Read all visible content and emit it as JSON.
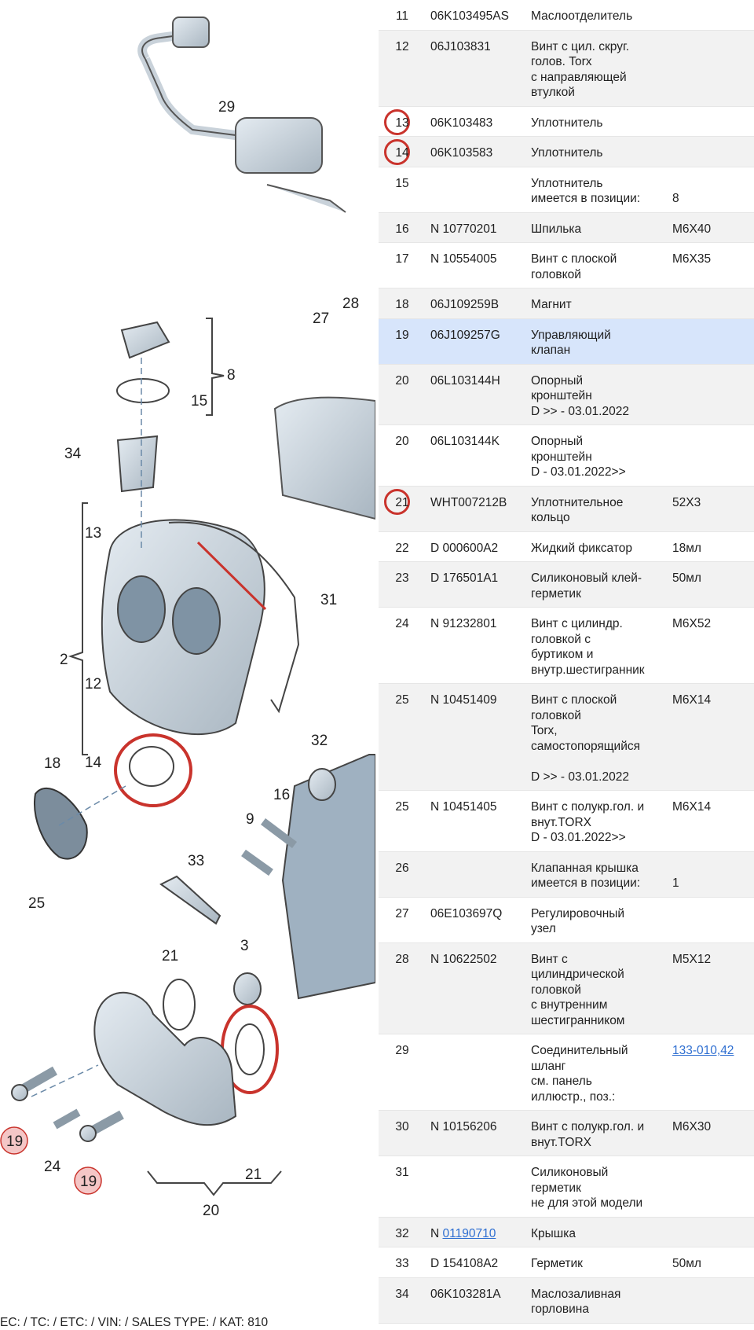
{
  "diagram": {
    "callouts": [
      "29",
      "28",
      "27",
      "8",
      "15",
      "34",
      "13",
      "31",
      "2",
      "12",
      "32",
      "18",
      "14",
      "16",
      "9",
      "25",
      "33",
      "21",
      "3",
      "19",
      "24",
      "19",
      "21",
      "20"
    ]
  },
  "table": {
    "rows": [
      {
        "pos": "11",
        "number": "06K103495AS",
        "desc": "Маслоотделитель",
        "qty": ""
      },
      {
        "pos": "12",
        "number": "06J103831",
        "desc": "Винт с цил. скруг.\nголов. Torx\nс направляющей\nвтулкой",
        "qty": ""
      },
      {
        "pos": "13",
        "number": "06K103483",
        "desc": "Уплотнитель",
        "qty": ""
      },
      {
        "pos": "14",
        "number": "06K103583",
        "desc": "Уплотнитель",
        "qty": ""
      },
      {
        "pos": "15",
        "number": "",
        "desc": "Уплотнитель\nимеется в позиции:",
        "qty": "\n8"
      },
      {
        "pos": "16",
        "number": "N 10770201",
        "desc": "Шпилька",
        "qty": "M6X40"
      },
      {
        "pos": "17",
        "number": "N 10554005",
        "desc": "Винт с плоской\nголовкой",
        "qty": "M6X35"
      },
      {
        "pos": "18",
        "number": "06J109259B",
        "desc": "Магнит",
        "qty": ""
      },
      {
        "pos": "19",
        "number": "06J109257G",
        "desc": "Управляющий\nклапан",
        "qty": ""
      },
      {
        "pos": "20",
        "number": "06L103144H",
        "desc": "Опорный\nкронштейн\nD >> - 03.01.2022",
        "qty": ""
      },
      {
        "pos": "20",
        "number": "06L103144K",
        "desc": "Опорный\nкронштейн\nD - 03.01.2022>>",
        "qty": ""
      },
      {
        "pos": "21",
        "number": "WHT007212B",
        "desc": "Уплотнительное\nкольцо",
        "qty": "52X3"
      },
      {
        "pos": "22",
        "number": "D 000600A2",
        "desc": "Жидкий фиксатор",
        "qty": "18мл"
      },
      {
        "pos": "23",
        "number": "D 176501A1",
        "desc": "Силиконовый клей-\nгерметик",
        "qty": "50мл"
      },
      {
        "pos": "24",
        "number": "N 91232801",
        "desc": "Винт с цилиндр.\nголовкой с\nбуртиком и\nвнутр.шестигранник",
        "qty": "M6X52"
      },
      {
        "pos": "25",
        "number": "N 10451409",
        "desc": "Винт с плоской\nголовкой\nTorx,\nсамостопорящийся\n\nD >> - 03.01.2022",
        "qty": "M6X14"
      },
      {
        "pos": "25",
        "number": "N 10451405",
        "desc": "Винт с полукр.гол. и\nвнут.TORX\nD - 03.01.2022>>",
        "qty": "M6X14"
      },
      {
        "pos": "26",
        "number": "",
        "desc": "Клапанная крышка\nимеется в позиции:",
        "qty": "\n1"
      },
      {
        "pos": "27",
        "number": "06E103697Q",
        "desc": "Регулировочный\nузел",
        "qty": ""
      },
      {
        "pos": "28",
        "number": "N 10622502",
        "desc": "Винт с\nцилиндрической\nголовкой\nс внутренним\nшестигранником",
        "qty": "M5X12"
      },
      {
        "pos": "29",
        "number": "",
        "desc": "Соединительный\nшланг\nсм. панель\nиллюстр., поз.:",
        "qty": ""
      },
      {
        "pos": "30",
        "number": "N 10156206",
        "desc": "Винт с полукр.гол. и\nвнут.TORX",
        "qty": "M6X30"
      },
      {
        "pos": "31",
        "number": "",
        "desc": "Силиконовый\nгерметик\nне для этой модели",
        "qty": ""
      },
      {
        "pos": "32",
        "number": "",
        "desc": "Крышка",
        "qty": ""
      },
      {
        "pos": "33",
        "number": "D 154108A2",
        "desc": "Герметик",
        "qty": "50мл"
      },
      {
        "pos": "34",
        "number": "06K103281A",
        "desc": "Маслозаливная\nгорловина",
        "qty": ""
      }
    ],
    "row20_link": "133-010,42",
    "row23_prefix": "N ",
    "row23_link": "01190710"
  },
  "footer": "EC: / TC: / ETC: / VIN: / SALES TYPE: / KAT: 810",
  "colors": {
    "highlight_ring": "#c9332c",
    "selected_row": "#d7e5fb",
    "link": "#2f6fd1",
    "badge_fill": "#f4c6c6"
  }
}
